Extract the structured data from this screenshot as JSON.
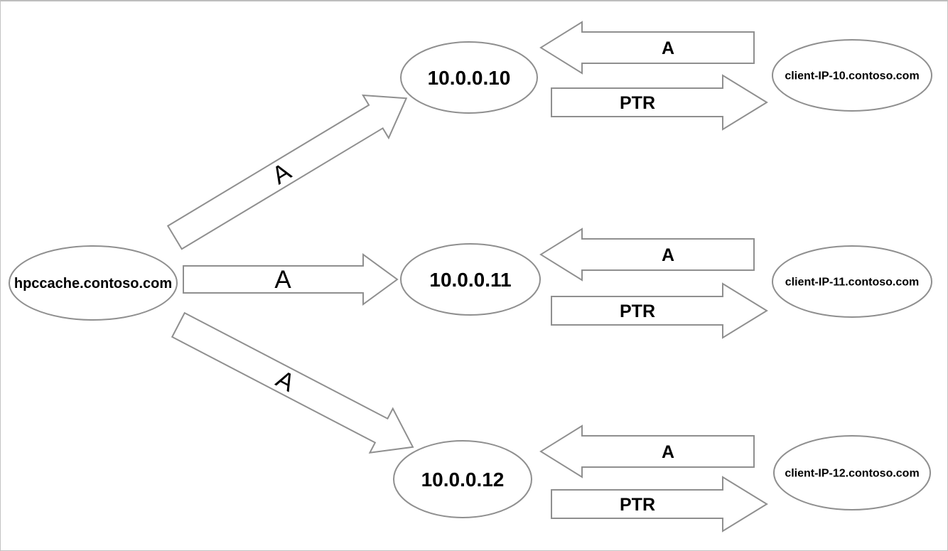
{
  "colors": {
    "node_stroke": "#8f8f8f",
    "arrow_stroke": "#8f8f8f",
    "text": "#000000",
    "frame_border": "#c2c2c2",
    "background": "#ffffff"
  },
  "diagram": {
    "source": {
      "label": "hpccache.contoso.com"
    },
    "feeders": [
      {
        "label": "A"
      },
      {
        "label": "A"
      },
      {
        "label": "A"
      }
    ],
    "rows": [
      {
        "ip_label": "10.0.0.10",
        "a_label": "A",
        "ptr_label": "PTR",
        "client_label": "client-IP-10.contoso.com"
      },
      {
        "ip_label": "10.0.0.11",
        "a_label": "A",
        "ptr_label": "PTR",
        "client_label": "client-IP-11.contoso.com"
      },
      {
        "ip_label": "10.0.0.12",
        "a_label": "A",
        "ptr_label": "PTR",
        "client_label": "client-IP-12.contoso.com"
      }
    ]
  }
}
